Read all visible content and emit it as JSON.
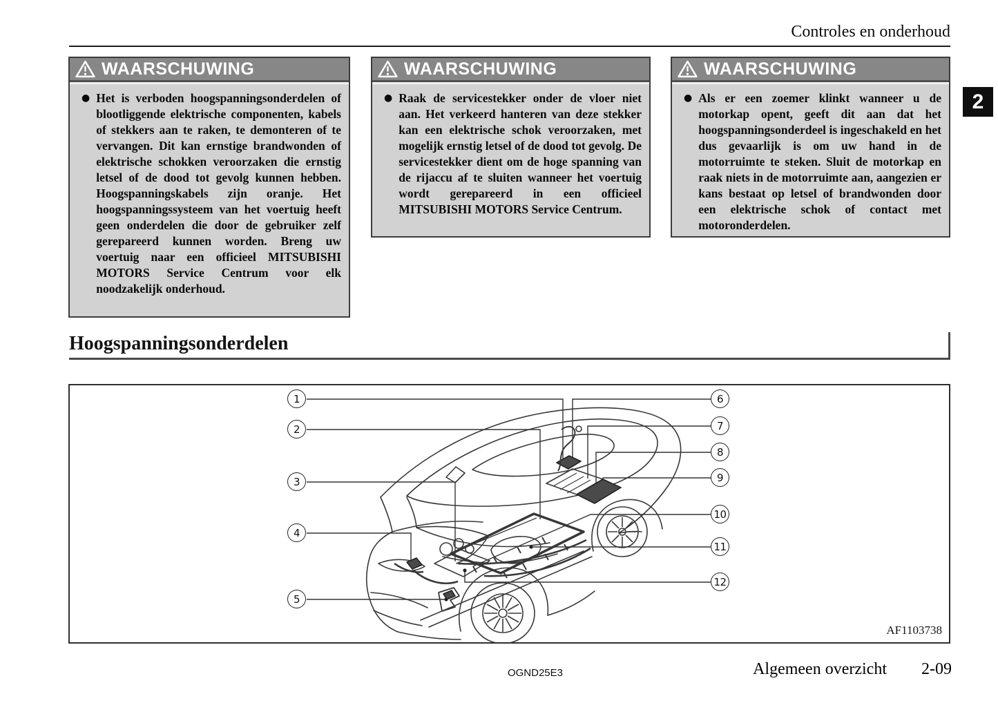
{
  "header": {
    "title": "Controles en onderhoud"
  },
  "chapter_tab": {
    "label": "2"
  },
  "warning_boxes": {
    "bullet_glyph": "●",
    "items": [
      {
        "title": "WAARSCHUWING",
        "body": "Het is verboden hoogspanningsonderdelen of blootliggende elektrische componenten, kabels of stekkers aan te raken, te demonteren of te vervangen. Dit kan ernstige brandwonden of elektrische schokken veroorzaken die ernstig letsel of de dood tot gevolg kunnen hebben. Hoogspanningskabels zijn oranje. Het hoogspanningssysteem van het voertuig heeft geen onderdelen die door de gebruiker zelf gerepareerd kunnen worden. Breng uw voertuig naar een officieel MITSUBISHI MOTORS Service Centrum voor elk noodzakelijk onderhoud."
      },
      {
        "title": "WAARSCHUWING",
        "body": "Raak de servicestekker onder de vloer niet aan. Het verkeerd hanteren van deze stekker kan een elektrische schok veroorzaken, met mogelijk ernstig letsel of de dood tot gevolg. De servicestekker dient om de hoge spanning van de rijaccu af te sluiten wanneer het voertuig wordt gerepareerd in een officieel MITSUBISHI MOTORS Service Centrum."
      },
      {
        "title": "WAARSCHUWING",
        "body": "Als er een zoemer klinkt wanneer u de motorkap opent, geeft dit aan dat het hoogspanningsonderdeel is ingeschakeld en het dus gevaarlijk is om uw hand in de motorruimte te steken. Sluit de motorkap en raak niets in de motorruimte aan, aangezien er kans bestaat op letsel of brandwonden door een elektrische schok of contact met motoronderdelen."
      }
    ]
  },
  "section": {
    "title": "Hoogspanningsonderdelen"
  },
  "diagram": {
    "figure_code": "AF1103738",
    "callouts": [
      "1",
      "2",
      "3",
      "4",
      "5",
      "6",
      "7",
      "8",
      "9",
      "10",
      "11",
      "12"
    ]
  },
  "footer": {
    "doc_code": "OGND25E3",
    "section_name": "Algemeen overzicht",
    "page_number": "2-09"
  },
  "colors": {
    "warning_header_bg": "#878787",
    "warning_body_bg": "#d2d2d2",
    "box_border": "#3c3c3c",
    "tab_bg": "#0f0f0f",
    "line_art": "#383838"
  }
}
